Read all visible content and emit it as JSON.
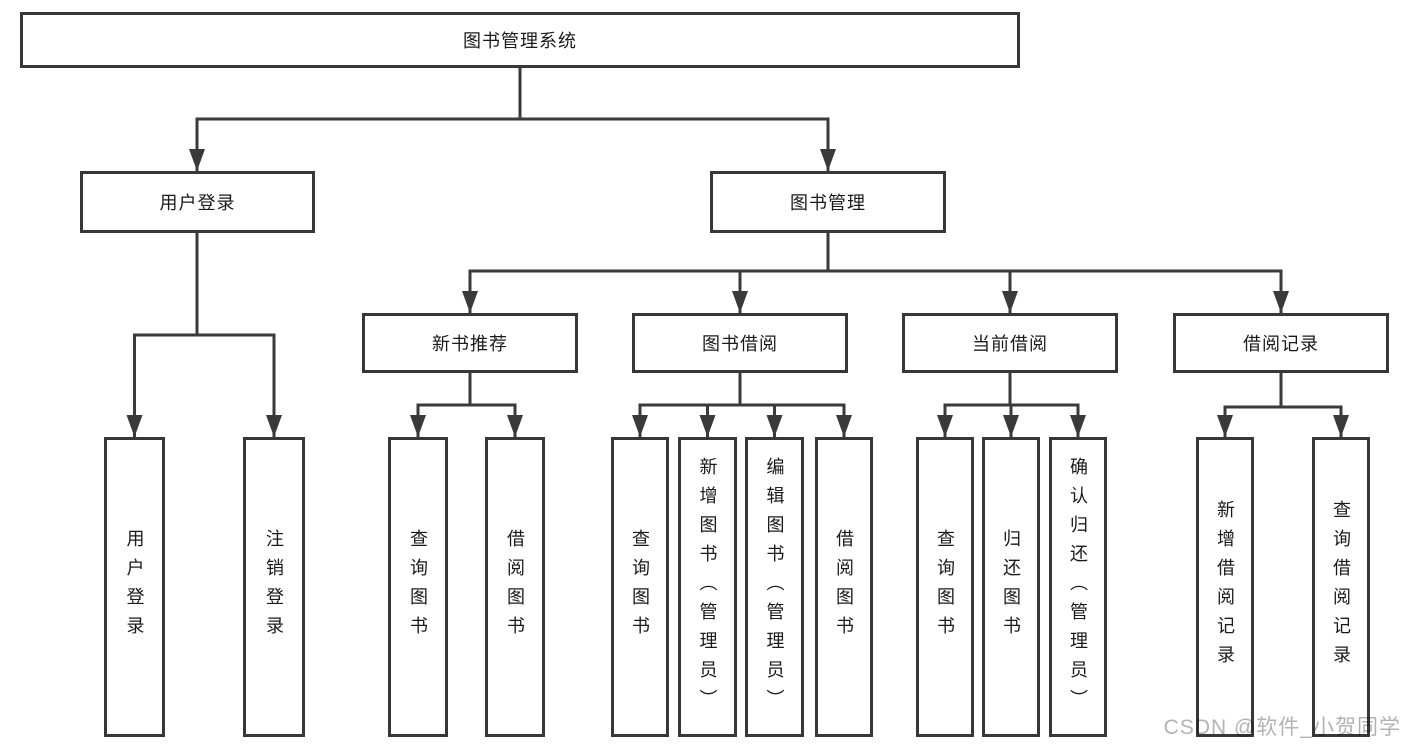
{
  "nodes": {
    "root": "图书管理系统",
    "user_login": "用户登录",
    "book_mgmt": "图书管理",
    "new_book_rec": "新书推荐",
    "book_borrow": "图书借阅",
    "current_borrow": "当前借阅",
    "borrow_record": "借阅记录",
    "leaf_user_login": "用户登录",
    "leaf_logout": "注销登录",
    "leaf_query_books_1": "查询图书",
    "leaf_borrow_books_1": "借阅图书",
    "leaf_query_books_2": "查询图书",
    "leaf_add_books": "新增图书（管理员）",
    "leaf_edit_books": "编辑图书（管理员）",
    "leaf_borrow_books_2": "借阅图书",
    "leaf_query_books_3": "查询图书",
    "leaf_return_books": "归还图书",
    "leaf_confirm_return": "确认归还（管理员）",
    "leaf_add_record": "新增借阅记录",
    "leaf_query_record": "查询借阅记录"
  },
  "watermark": "CSDN @软件_小贺同学",
  "colors": {
    "line": "#3a3a3a",
    "border": "#373737",
    "text": "#1a1a1a",
    "watermark": "#b3b3b3",
    "background": "#ffffff"
  }
}
